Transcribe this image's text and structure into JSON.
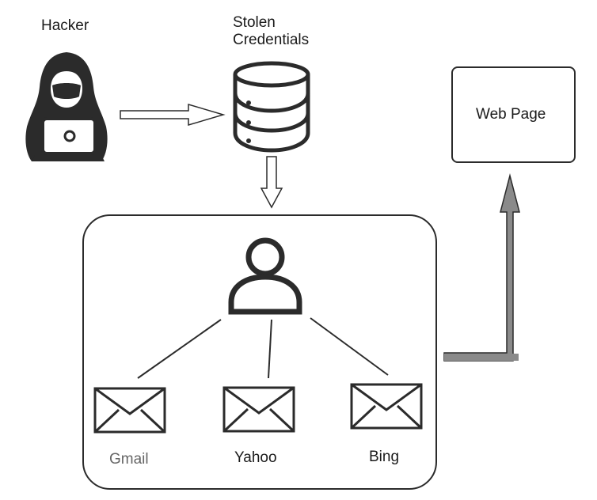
{
  "hacker": {
    "label": "Hacker",
    "icon": "hacker-icon"
  },
  "database": {
    "label_line1": "Stolen",
    "label_line2": "Credentials",
    "icon": "database-icon"
  },
  "web_page": {
    "label": "Web Page"
  },
  "user": {
    "icon": "user-icon"
  },
  "accounts": [
    {
      "label": "Gmail",
      "icon": "envelope-icon"
    },
    {
      "label": "Yahoo",
      "icon": "envelope-icon"
    },
    {
      "label": "Bing",
      "icon": "envelope-icon"
    }
  ],
  "colors": {
    "stroke": "#2b2b2b",
    "arrow_fill": "#8a8a8a",
    "text": "#1a1a1a",
    "muted_text": "#666666"
  }
}
